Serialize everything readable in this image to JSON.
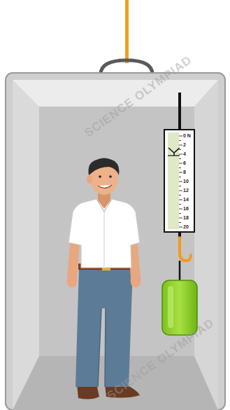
{
  "diagram": {
    "labels": [
      "0 N",
      "2",
      "4",
      "6",
      "8",
      "10",
      "12",
      "14",
      "16",
      "18",
      "20",
      "SCIENCE OLYMPIAD",
      "SCIENCE OLYMPIAD"
    ]
  }
}
